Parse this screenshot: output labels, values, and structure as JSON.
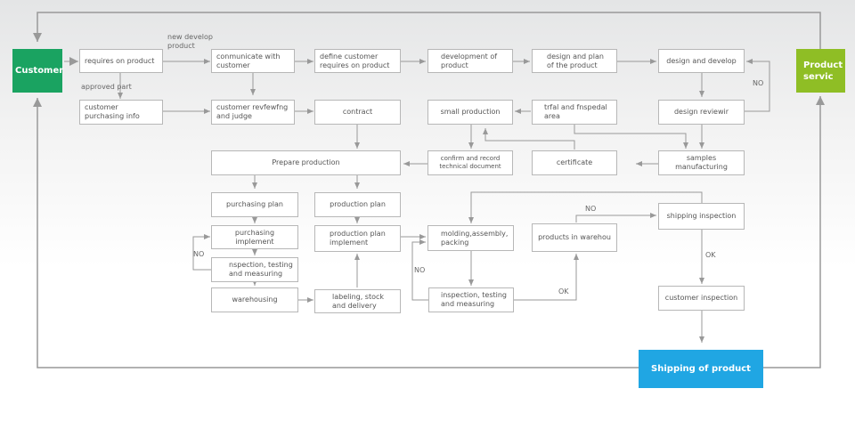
{
  "colors": {
    "customer": "#1aa361",
    "product_service": "#8fbe25",
    "shipping": "#20a6e3",
    "line": "#999999",
    "box_border": "#b7b7b7",
    "text": "#555555"
  },
  "terminals": {
    "customer": "Customer",
    "product_service": "Product servic",
    "shipping_of_product": "Shipping of product"
  },
  "boxes": {
    "requires_on_product": "requires on product",
    "communicate_with_customer": "conmunicate with customer",
    "define_customer_requires": "define customer requires on product",
    "development_of_product": "development of product",
    "design_and_plan": "design and plan of the product",
    "design_and_develop": "design and develop",
    "customer_purchasing_info": "customer purchasing info",
    "customer_review_and_judge": "customer revfewfng and judge",
    "contract": "contract",
    "small_production": "small production",
    "trial_and_special_area": "trfal and fnspedal area",
    "design_review": "design reviewir",
    "prepare_production": "Prepare production",
    "confirm_and_record": "confirm and record technical document",
    "certificate": "certificate",
    "samples_manufacturing": "samples manufacturing",
    "purchasing_plan": "purchasing plan",
    "production_plan": "production plan",
    "purchasing_implement": "purchasing implement",
    "production_plan_implement": "production plan implement",
    "molding_assembly_packing": "molding,assembly, packing",
    "products_in_warehouse": "products in warehou",
    "shipping_inspection": "shipping inspection",
    "inspection_testing_measuring_1": "nspection, testing and measuring",
    "warehousing": "warehousing",
    "labeling_stock_delivery": "labeling, stock and delivery",
    "inspection_testing_measuring_2": "inspection, testing and measuring",
    "customer_inspection": "customer inspection"
  },
  "labels": {
    "new_develop_product": "new develop product",
    "approved_part": "approved part",
    "no_design": "NO",
    "no_purchasing": "NO",
    "no_molding": "NO",
    "no_shipping": "NO",
    "ok_inspection": "OK",
    "ok_shipping": "OK"
  }
}
